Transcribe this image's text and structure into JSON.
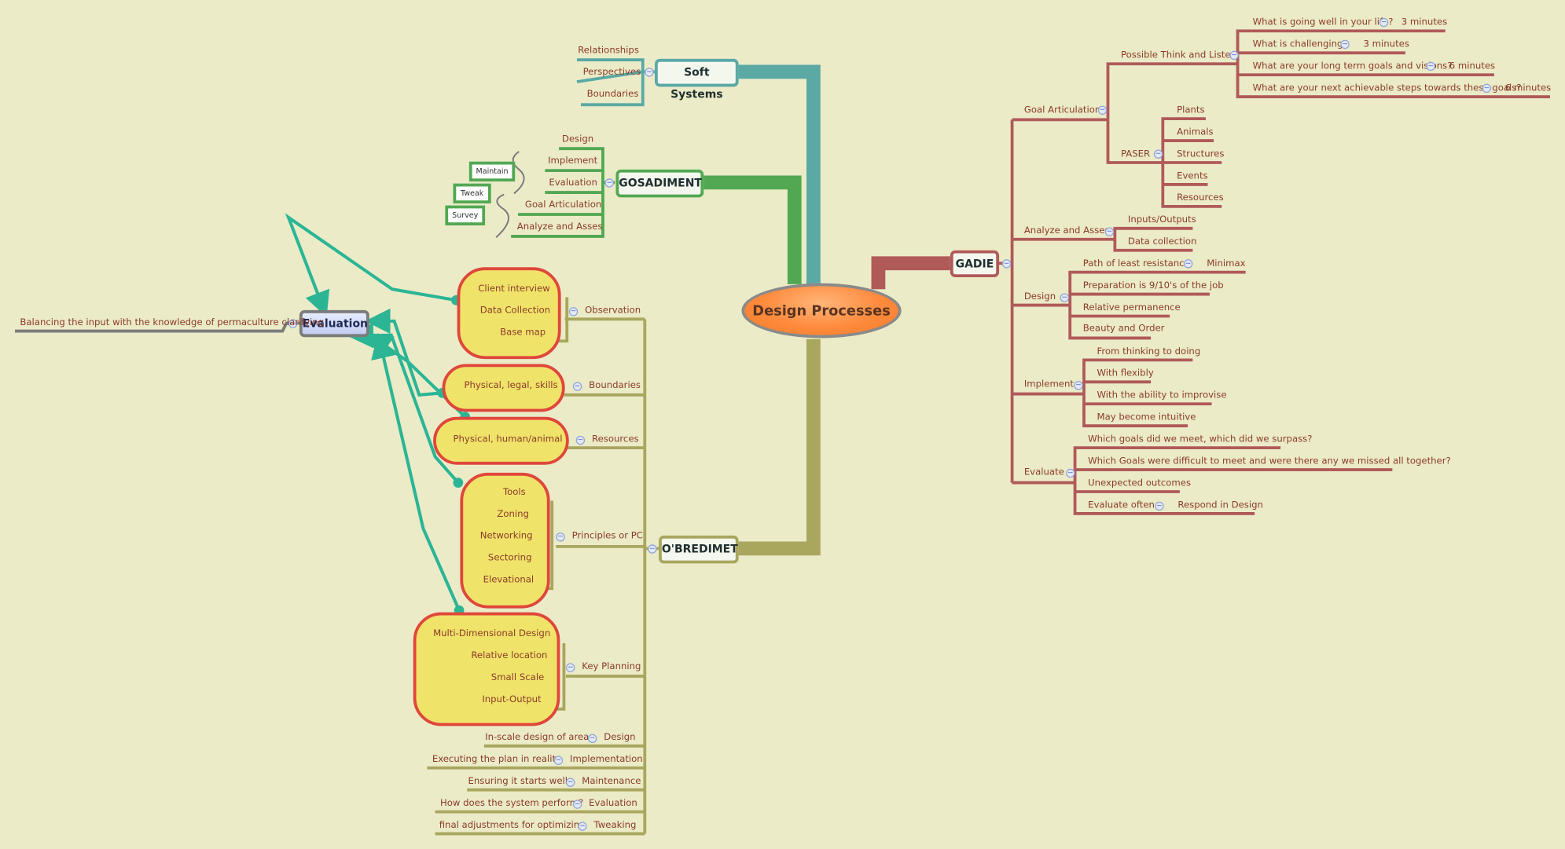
{
  "center": "Design Processes",
  "colors": {
    "background": "#ebebc8",
    "soft": "#5aa9a5",
    "gos": "#52a852",
    "obr": "#a9a65e",
    "gadie": "#b05a5a",
    "eval": "#2bb595",
    "cloud_fill": "#f0e36a",
    "cloud_border": "#df473b"
  },
  "soft_systems": {
    "title": "Soft Systems",
    "items": [
      "Relationships",
      "Perspectives",
      "Boundaries"
    ]
  },
  "gosadiment": {
    "title": "GOSADIMENT",
    "items": [
      "Design",
      "Implement",
      "Evaluation",
      "Goal Articulation",
      "Analyze and Asses"
    ],
    "side_boxes": [
      "Maintain",
      "Tweak",
      "Survey"
    ]
  },
  "evaluation": {
    "title": "Evaluation",
    "note": "Balancing the input with the knowledge of permaculture clarifying"
  },
  "obredimet": {
    "title": "O'BREDIMET",
    "observation": {
      "label": "Observation",
      "items": [
        "Client interview",
        "Data Collection",
        "Base map"
      ]
    },
    "boundaries": {
      "label": "Boundaries",
      "items": [
        "Physical, legal, skills"
      ]
    },
    "resources": {
      "label": "Resources",
      "items": [
        "Physical, human/animal"
      ]
    },
    "principles": {
      "label": "Principles or PC",
      "items": [
        "Tools",
        "Zoning",
        "Networking",
        "Sectoring",
        "Elevational"
      ]
    },
    "key_planning": {
      "label": "Key Planning",
      "items": [
        "Multi-Dimensional Design",
        "Relative location",
        "Small Scale",
        "Input-Output"
      ]
    },
    "design": {
      "label": "Design",
      "item": "In-scale design of area"
    },
    "implementation": {
      "label": "Implementation",
      "item": "Executing the plan in reality"
    },
    "maintenance": {
      "label": "Maintenance",
      "item": "Ensuring it starts well"
    },
    "evaluation": {
      "label": "Evaluation",
      "item": "How does the system perform?"
    },
    "tweaking": {
      "label": "Tweaking",
      "item": "final adjustments for optimizing"
    }
  },
  "gadie": {
    "title": "GADIE",
    "goal_articulation": {
      "label": "Goal Articulation",
      "think_listen": {
        "label": "Possible Think and Listen",
        "items": [
          {
            "q": "What is going well in your life?",
            "t": "3 minutes"
          },
          {
            "q": "What is challenging?",
            "t": "3 minutes"
          },
          {
            "q": "What are your long term goals and visions?",
            "t": "6 minutes"
          },
          {
            "q": "What are your next achievable steps towards these goals?",
            "t": "6 minutes"
          }
        ]
      },
      "paser": {
        "label": "PASER",
        "items": [
          "Plants",
          "Animals",
          "Structures",
          "Events",
          "Resources"
        ]
      }
    },
    "analyze": {
      "label": "Analyze and Asses",
      "items": [
        "Inputs/Outputs",
        "Data collection"
      ]
    },
    "design": {
      "label": "Design",
      "items": [
        "Path of least resistance",
        "Preparation is 9/10's of the job",
        "Relative permanence",
        "Beauty and Order"
      ],
      "sub": "Minimax"
    },
    "implement": {
      "label": "Implement",
      "items": [
        "From thinking to doing",
        "With flexibly",
        "With the ability to improvise",
        "May become intuitive"
      ]
    },
    "evaluate": {
      "label": "Evaluate",
      "items": [
        "Which goals did we meet, which did we surpass?",
        "Which Goals were difficult to meet and were there any we missed all together?",
        "Unexpected outcomes",
        "Evaluate often"
      ],
      "sub": "Respond in Design"
    }
  }
}
